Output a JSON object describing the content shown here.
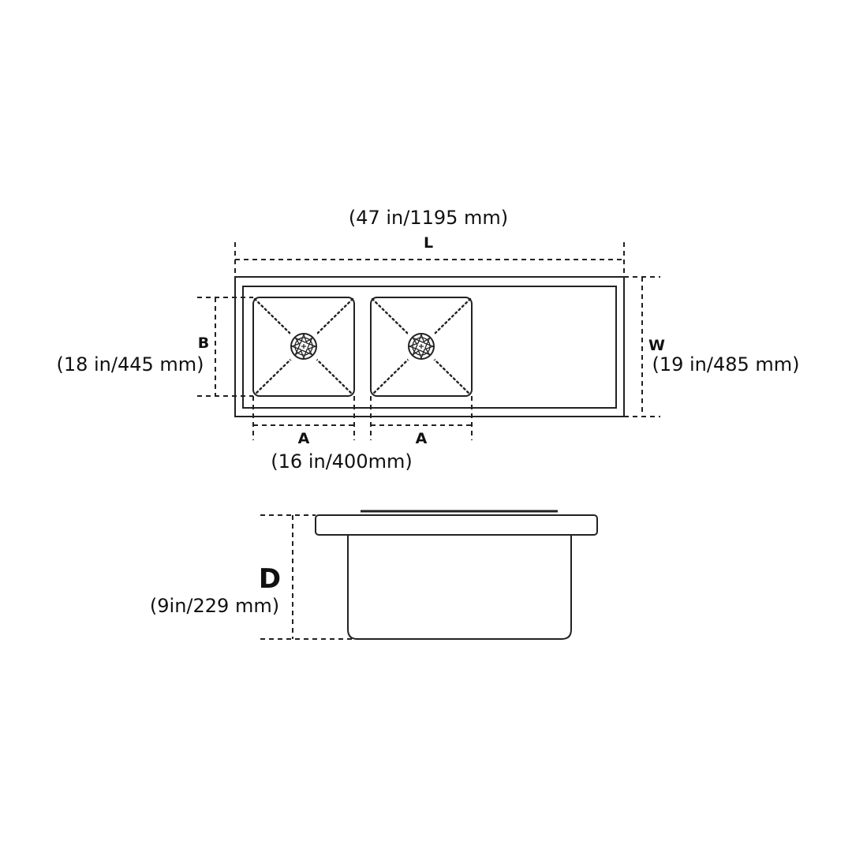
{
  "top_view": {
    "length_label": "L",
    "length_value": "(47 in/1195 mm)",
    "width_label": "W",
    "width_value": "(19 in/485 mm)",
    "bowl_width_label": "B",
    "bowl_width_value": "(18 in/445 mm)",
    "bowl_length_label": "A",
    "bowl_length_value": "(16 in/400mm)"
  },
  "side_view": {
    "depth_label": "D",
    "depth_value": "(9in/229 mm)"
  }
}
